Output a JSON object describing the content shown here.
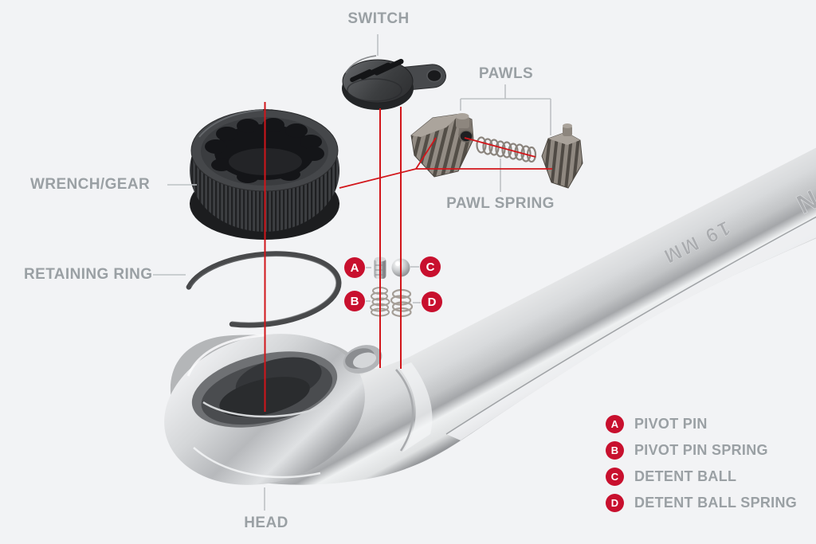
{
  "scene": {
    "description": "Exploded parts diagram of a ratcheting combination wrench head",
    "background": "#f2f3f5",
    "accent_red": "#c8102e",
    "line_red": "#d2151a",
    "label_gray": "#9aa0a4",
    "callout_gray": "#bdc1c4"
  },
  "labels": {
    "switch": "SWITCH",
    "pawls": "PAWLS",
    "wrench_gear": "WRENCH/GEAR",
    "pawl_spring": "PAWL SPRING",
    "retaining_ring": "RETAINING RING",
    "head": "HEAD"
  },
  "callouts": [
    {
      "key": "A",
      "label": "PIVOT PIN"
    },
    {
      "key": "B",
      "label": "PIVOT PIN SPRING"
    },
    {
      "key": "C",
      "label": "DETENT BALL"
    },
    {
      "key": "D",
      "label": "DETENT BALL SPRING"
    }
  ],
  "engraving": {
    "size": "19 MM",
    "brand_partial": "N"
  }
}
